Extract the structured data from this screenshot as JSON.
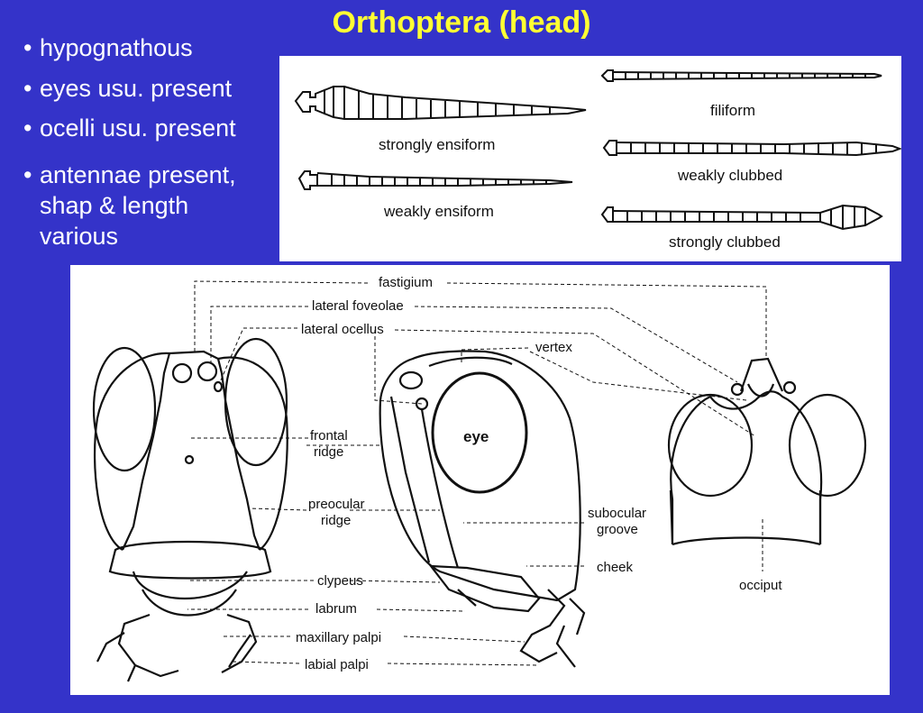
{
  "title": "Orthoptera (head)",
  "bullets": [
    "hypognathous",
    "eyes usu. present",
    "ocelli usu. present",
    "antennae present,",
    "shap & length",
    "various"
  ],
  "antennae": {
    "strongly_ensiform": "strongly ensiform",
    "weakly_ensiform": "weakly ensiform",
    "filiform": "filiform",
    "weakly_clubbed": "weakly clubbed",
    "strongly_clubbed": "strongly clubbed"
  },
  "head_labels": {
    "fastigium": "fastigium",
    "lateral_foveolae": "lateral foveolae",
    "lateral_ocellus": "lateral ocellus",
    "vertex": "vertex",
    "frontal": "frontal",
    "ridge": "ridge",
    "eye": "eye",
    "preocular": "preocular",
    "preocular_ridge": "ridge",
    "subocular": "subocular",
    "groove": "groove",
    "clypeus": "clypeus",
    "cheek": "cheek",
    "labrum": "labrum",
    "occiput": "occiput",
    "maxillary_palpi": "maxillary palpi",
    "labial_palpi": "labial palpi"
  }
}
